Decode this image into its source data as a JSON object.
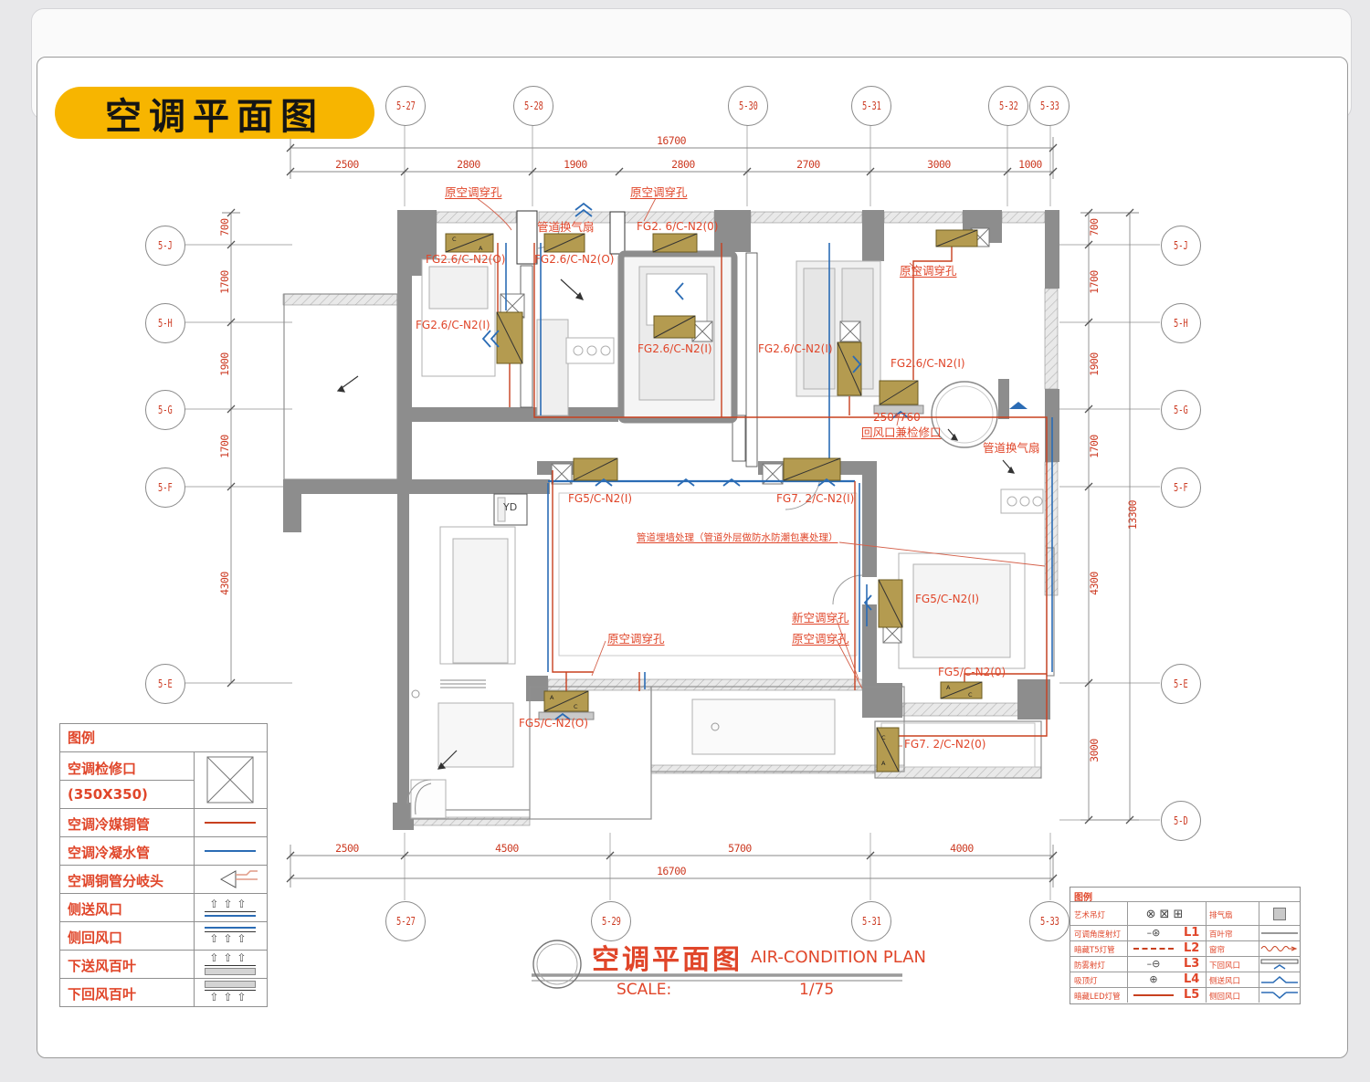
{
  "badge": {
    "title": "空调平面图"
  },
  "grid": {
    "top": [
      "5-27",
      "5-28",
      "5-30",
      "5-31",
      "5-32",
      "5-33"
    ],
    "bottom": [
      "5-27",
      "5-29",
      "5-31",
      "5-33"
    ],
    "left": [
      "5-J",
      "5-H",
      "5-G",
      "5-F",
      "5-E"
    ],
    "right": [
      "5-J",
      "5-H",
      "5-G",
      "5-F",
      "5-E",
      "5-D"
    ]
  },
  "dims": {
    "top_total": "16700",
    "top_segments": [
      "2500",
      "2800",
      "1900",
      "2800",
      "2700",
      "3000",
      "1000"
    ],
    "left_segments": [
      "700",
      "1700",
      "1900",
      "1700",
      "4300"
    ],
    "right_segments": [
      "700",
      "1700",
      "1900",
      "1700",
      "4300",
      "3000"
    ],
    "right_total": "13300",
    "bottom_segments": [
      "2500",
      "4500",
      "5700",
      "4000"
    ],
    "bottom_total": "16700"
  },
  "plan_labels": {
    "l0": "原空调穿孔",
    "l1": "原空调穿孔",
    "l2": "管道换气扇",
    "l3": "FG2. 6/C-N2(0)",
    "l4": "FG2.6/C-N2(O)",
    "l5": "FG2.6/C-N2(O)",
    "l6": "原空调穿孔",
    "l7": "FG2.6/C-N2(I)",
    "l8": "FG2.6/C-N2(I)",
    "l9": "FG2.6/C-N2(I)",
    "l10": "FG2.6/C-N2(I)",
    "l11": "250*760",
    "l12": "回风口兼检修口",
    "l13": "管道换气扇",
    "l14": "FG5/C-N2(I)",
    "l15": "FG7. 2/C-N2(I)",
    "l16": "管道埋墙处理（管道外层做防水防潮包裹处理）",
    "l17": "FG5/C-N2(I)",
    "l18": "新空调穿孔",
    "l19": "原空调穿孔",
    "l20": "原空调穿孔",
    "l21": "FG5/C-N2(0)",
    "l22": "FG5/C-N2(O)",
    "l23": "FG7. 2/C-N2(0)",
    "l24": "YD"
  },
  "unit_letters": {
    "a": "A",
    "c": "C"
  },
  "legend_left": {
    "title": "图例",
    "r1": "空调检修口",
    "r2": "(350X350)",
    "r3": "空调冷媒铜管",
    "r4": "空调冷凝水管",
    "r5": "空调铜管分岐头",
    "r6": "侧送风口",
    "r7": "侧回风口",
    "r8": "下送风百叶",
    "r9": "下回风百叶"
  },
  "legend_right": {
    "title": "图例",
    "rows": [
      {
        "c1": "艺术吊灯",
        "code": "",
        "c3": "排气扇"
      },
      {
        "c1": "可调角度射灯",
        "code": "L1",
        "c3": "百叶帘"
      },
      {
        "c1": "暗藏T5灯管",
        "code": "L2",
        "c3": "窗帘"
      },
      {
        "c1": "防雾射灯",
        "code": "L3",
        "c3": "下回风口"
      },
      {
        "c1": "吸顶灯",
        "code": "L4",
        "c3": "侧送风口"
      },
      {
        "c1": "暗藏LED灯管",
        "code": "L5",
        "c3": "侧回风口"
      }
    ]
  },
  "titleblock": {
    "cn": "空调平面图",
    "en": "AIR-CONDITION PLAN",
    "scale_label": "SCALE:",
    "scale_value": "1/75"
  },
  "colors": {
    "accent_yellow": "#F7B500",
    "label_red": "#E0462A",
    "dim_red": "#CC3A22",
    "pipe_red": "#C8401F",
    "pipe_blue": "#2B6CB5",
    "wall_gray": "#8D8D8D",
    "unit_tan": "#B49B50"
  }
}
